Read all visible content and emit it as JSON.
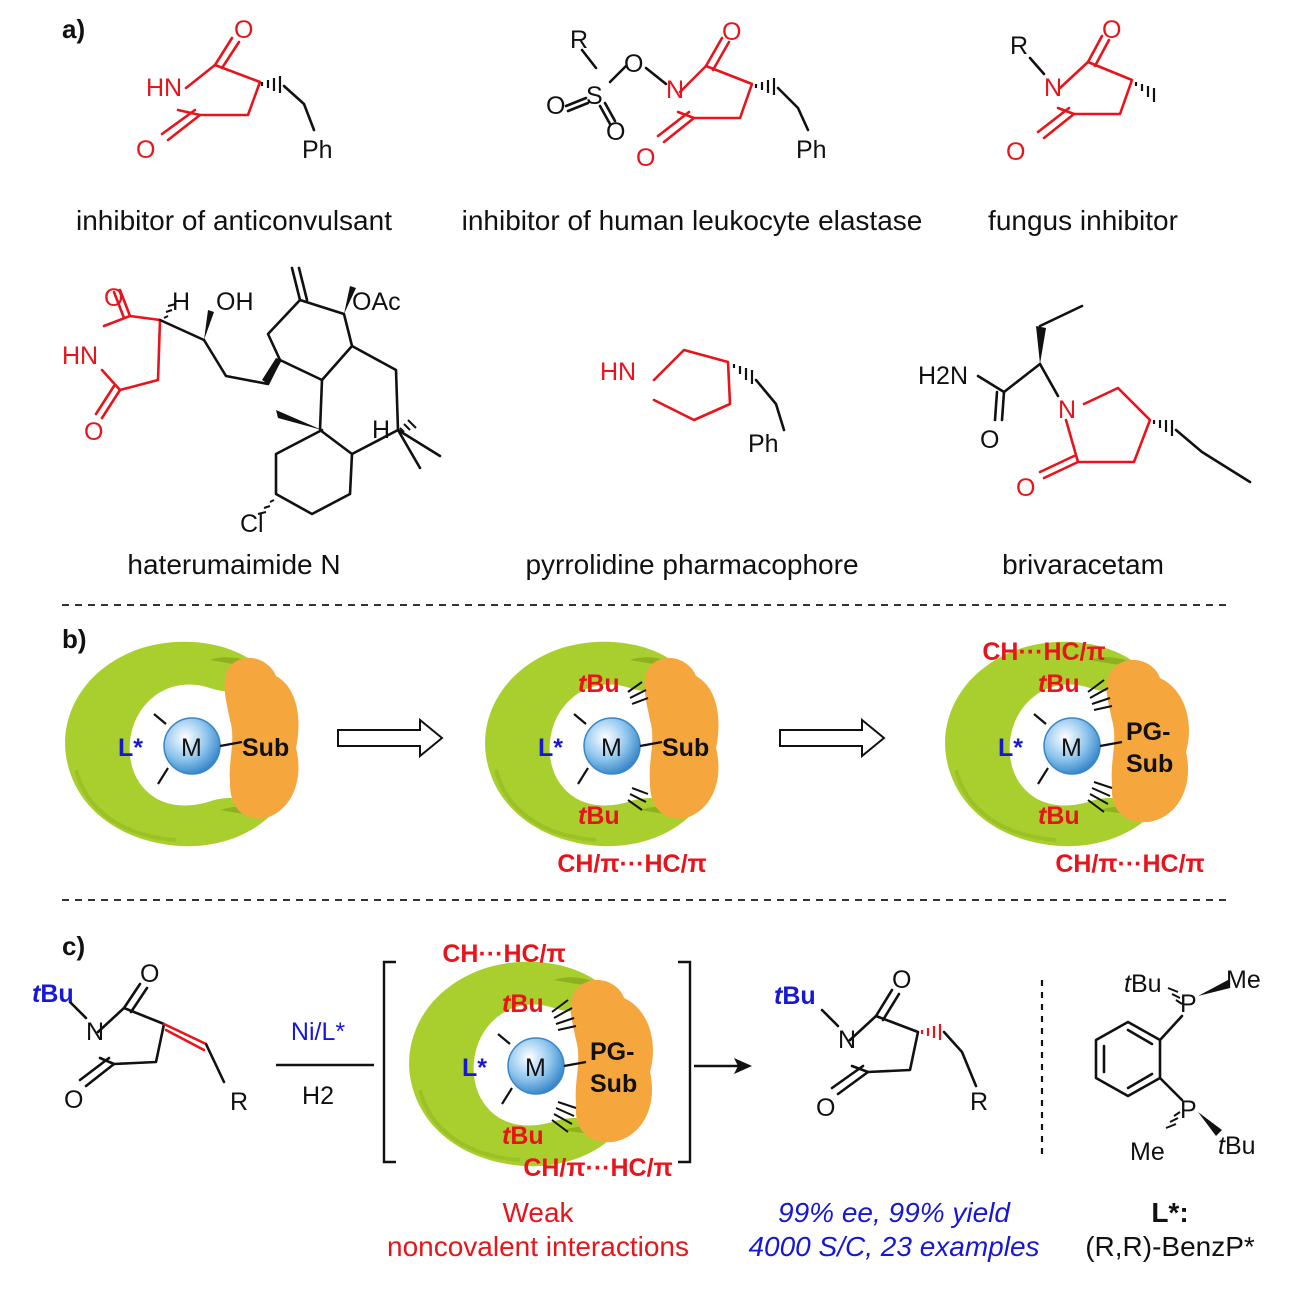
{
  "panels": {
    "a": "a)",
    "b": "b)",
    "c": "c)"
  },
  "colors": {
    "red": "#e8141b",
    "blue": "#1717d6",
    "ligand_green": "#a9cf2e",
    "substrate_orange": "#f5a63c",
    "metal_blue": "#8fc6ee"
  },
  "panel_a": {
    "captions": [
      "inhibitor of anticonvulsant",
      "inhibitor of human leukocyte elastase",
      "fungus inhibitor",
      "haterumaimide N",
      "pyrrolidine pharmacophore",
      "brivaracetam"
    ],
    "atoms": {
      "o": "O",
      "hn": "HN",
      "n": "N",
      "ph": "Ph",
      "r": "R",
      "s": "S",
      "h": "H",
      "oh": "OH",
      "oac": "OAc",
      "cl": "Cl",
      "h2n": "H2N"
    }
  },
  "panel_b": {
    "ligand": "L*",
    "metal": "M",
    "substrate": "Sub",
    "pg": "PG-",
    "tbu_t": "t",
    "tbu_bu": "Bu",
    "interaction_top": "CH···HC/π",
    "interaction_bottom": "CH/π···HC/π"
  },
  "panel_c": {
    "tbu_t": "t",
    "tbu_bu": "Bu",
    "reagent_top": "Ni/L*",
    "reagent_bottom": "H2",
    "weak_line1": "Weak",
    "weak_line2": "noncovalent interactions",
    "result_line1": "99% ee, 99% yield",
    "result_line2": "4000 S/C, 23 examples",
    "ligand_name_label": "L*:",
    "ligand_name": "(R,R)-BenzP*",
    "p": "P",
    "me": "Me"
  }
}
